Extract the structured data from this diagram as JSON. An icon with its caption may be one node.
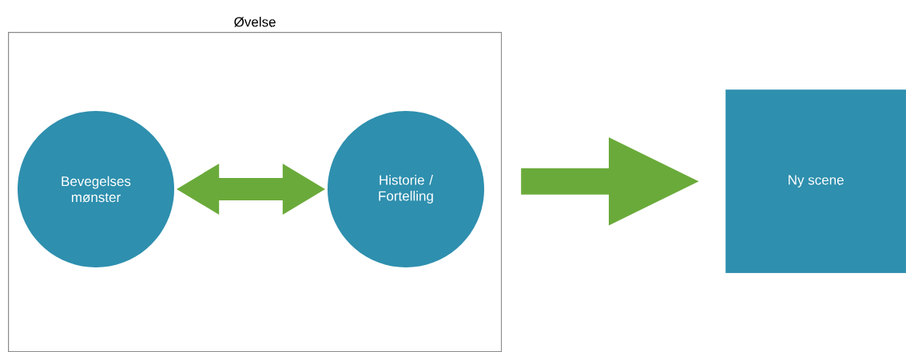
{
  "diagram": {
    "nodes": [
      {
        "text": [
          "Øvelse"
        ]
      },
      {
        "text": [
          "Bevegelses mønster"
        ],
        "in": 0
      },
      {
        "text": [
          "Historie / Fortelling"
        ],
        "in": 0
      },
      {
        "text": [
          "Ny scene"
        ]
      }
    ],
    "edges": [
      {
        "from": 1,
        "to": 2,
        "arrow": "both"
      },
      {
        "from": 0,
        "to": 3,
        "arrow": "to"
      }
    ]
  }
}
